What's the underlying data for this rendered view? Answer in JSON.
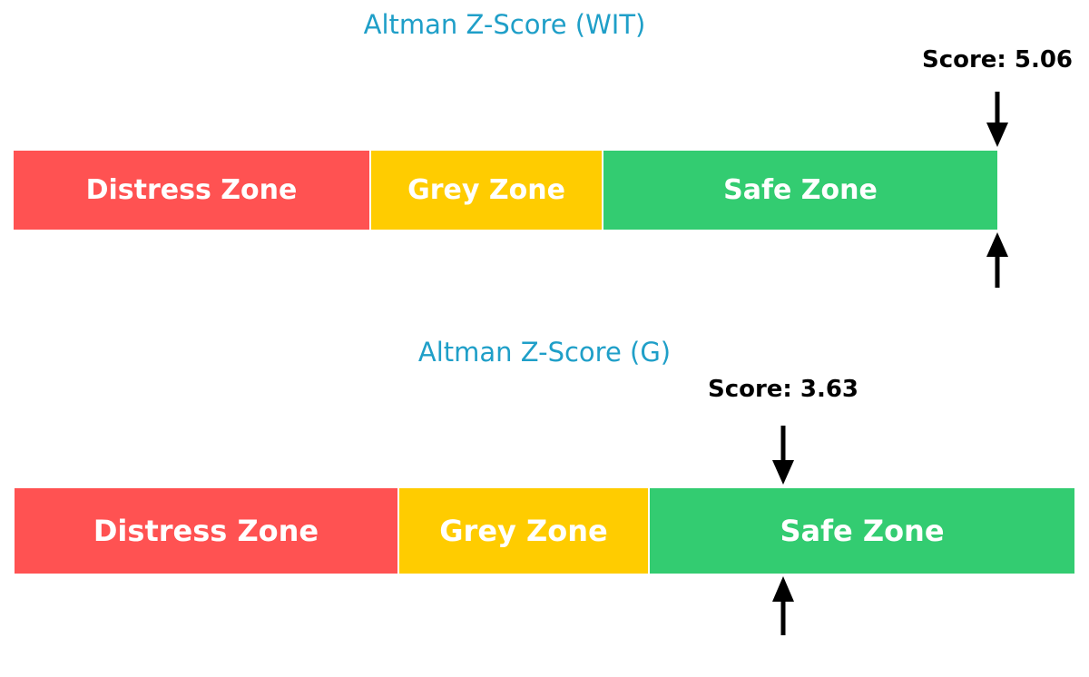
{
  "chart_data": [
    {
      "type": "gauge",
      "title": "Altman Z-Score (WIT)",
      "zones": [
        {
          "label": "Distress Zone",
          "color": "#ff5252",
          "from": 0,
          "to": 1.81
        },
        {
          "label": "Grey Zone",
          "color": "#ffcc00",
          "from": 1.81,
          "to": 2.99
        },
        {
          "label": "Safe Zone",
          "color": "#33cc71",
          "from": 2.99,
          "to": 5.0
        }
      ],
      "score": 5.06,
      "score_label": "Score: 5.06"
    },
    {
      "type": "gauge",
      "title": "Altman Z-Score (G)",
      "zones": [
        {
          "label": "Distress Zone",
          "color": "#ff5252",
          "from": 0,
          "to": 1.81
        },
        {
          "label": "Grey Zone",
          "color": "#ffcc00",
          "from": 1.81,
          "to": 2.99
        },
        {
          "label": "Safe Zone",
          "color": "#33cc71",
          "from": 2.99,
          "to": 5.0
        }
      ],
      "score": 3.63,
      "score_label": "Score: 3.63"
    }
  ]
}
